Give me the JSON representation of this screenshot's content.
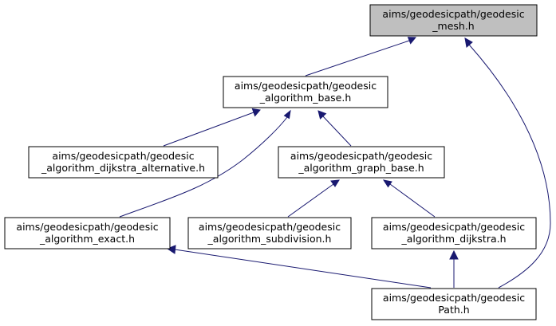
{
  "nodes": {
    "geodesic_mesh": {
      "line1": "aims/geodesicpath/geodesic",
      "line2": "_mesh.h"
    },
    "algorithm_base": {
      "line1": "aims/geodesicpath/geodesic",
      "line2": "_algorithm_base.h"
    },
    "dijkstra_alternative": {
      "line1": "aims/geodesicpath/geodesic",
      "line2": "_algorithm_dijkstra_alternative.h"
    },
    "graph_base": {
      "line1": "aims/geodesicpath/geodesic",
      "line2": "_algorithm_graph_base.h"
    },
    "exact": {
      "line1": "aims/geodesicpath/geodesic",
      "line2": "_algorithm_exact.h"
    },
    "subdivision": {
      "line1": "aims/geodesicpath/geodesic",
      "line2": "_algorithm_subdivision.h"
    },
    "dijkstra": {
      "line1": "aims/geodesicpath/geodesic",
      "line2": "_algorithm_dijkstra.h"
    },
    "path": {
      "line1": "aims/geodesicpath/geodesic",
      "line2": "Path.h"
    }
  },
  "colors": {
    "edge": "#191970",
    "highlight_fill": "#bfbfbf",
    "node_fill": "#ffffff",
    "node_stroke": "#000000"
  }
}
